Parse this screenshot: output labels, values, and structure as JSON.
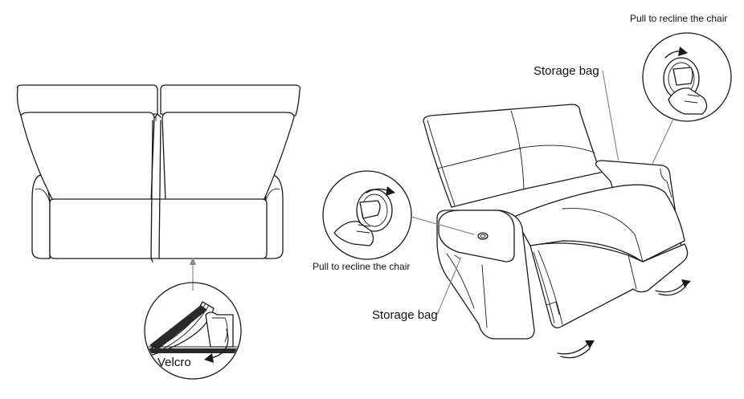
{
  "labels": {
    "pull_top": "Pull to recline the chair",
    "storage_top": "Storage bag",
    "pull_left": "Pull to recline the chair",
    "storage_bottom": "Storage bag",
    "velcro": "Velcro"
  },
  "colors": {
    "line": "#1a1a1a",
    "leader": "#8a8a8a",
    "background": "#ffffff"
  },
  "icons": [
    "hand-pull-lever-icon",
    "velcro-detail-icon",
    "rotation-arrow-icon"
  ]
}
